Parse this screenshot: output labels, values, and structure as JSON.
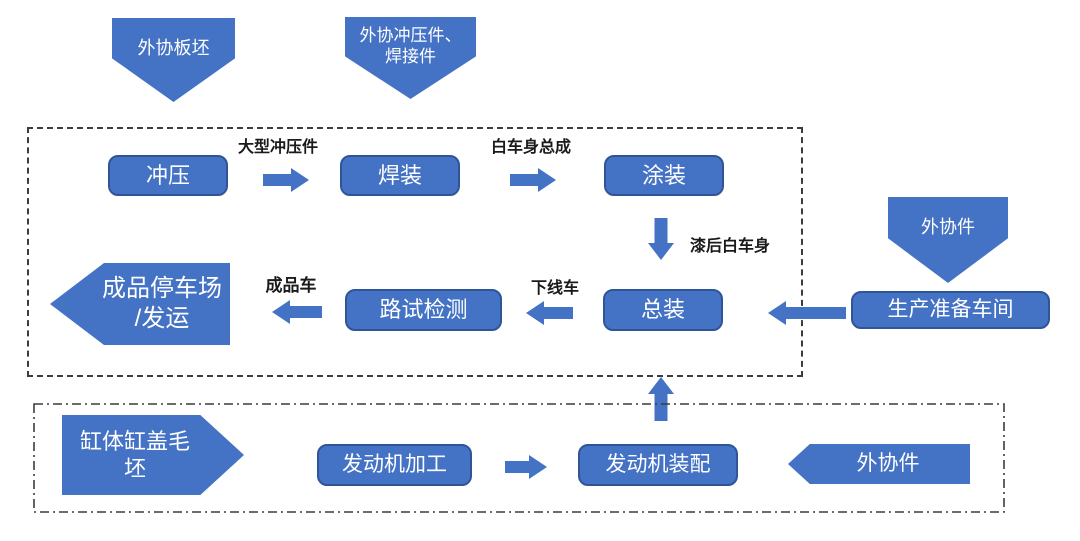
{
  "colors": {
    "shape_fill": "#4472C4",
    "shape_border": "#2F5597",
    "label_text": "#1a1a1a",
    "shape_text": "#ffffff"
  },
  "top_inputs": {
    "slab": "外协板坯",
    "stamping_weldment": "外协冲压件、\n焊接件"
  },
  "vehicle_line": {
    "stamping": "冲压",
    "welding": "焊装",
    "painting": "涂装",
    "assembly": "总装",
    "road_test": "路试检测",
    "finished_yard": "成品停车场\n/发运",
    "prep_workshop": "生产准备车间",
    "outsourced_parts": "外协件"
  },
  "engine_line": {
    "blank": "缸体缸盖毛\n坯",
    "machining": "发动机加工",
    "assembly": "发动机装配",
    "outsourced_parts": "外协件"
  },
  "flow_labels": {
    "large_stampings": "大型冲压件",
    "body_in_white": "白车身总成",
    "painted_body": "漆后白车身",
    "offline_vehicle": "下线车",
    "finished_vehicle": "成品车"
  }
}
